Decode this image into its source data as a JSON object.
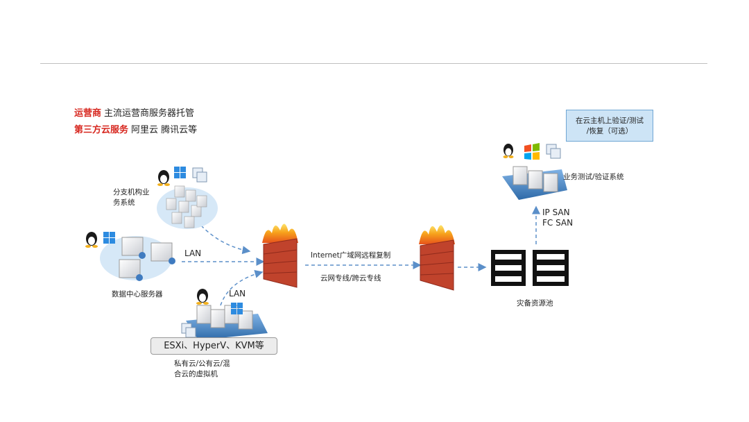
{
  "legend": [
    {
      "highlight": "运营商",
      "text": "主流运营商服务器托管"
    },
    {
      "highlight": "第三方云服务",
      "text": "阿里云 腾讯云等"
    }
  ],
  "labels": {
    "branch": [
      "分支机构业",
      "务系统"
    ],
    "datacenter": "数据中心服务器",
    "lan_top": "LAN",
    "lan_bottom": "LAN",
    "hypervisors": "ESXi、HyperV、KVM等",
    "private_cloud": [
      "私有云/公有云/混",
      "合云的虚拟机"
    ],
    "link_internet": "Internet广域网远程复制",
    "link_private": "云网专线/跨云专线",
    "dr_pool": "灾备资源池",
    "san": [
      "IP SAN",
      "FC SAN"
    ],
    "biz_test": "业务测试/验证系统",
    "callout": [
      "在云主机上验证/测试",
      "/恢复（可选）"
    ]
  },
  "colors": {
    "accent_red": "#d7261e",
    "arrow_blue": "#5b8fc9",
    "ellipse": "#d6e8f7",
    "callout_bg": "#cde4f6"
  },
  "icons": [
    "linux-tux-icon",
    "windows-logo-icon",
    "vm-icon",
    "server-icon",
    "firewall-icon",
    "storage-rack-icon"
  ]
}
